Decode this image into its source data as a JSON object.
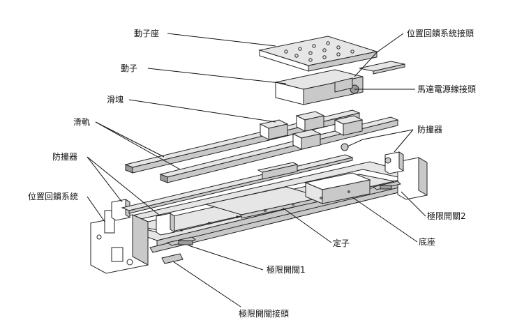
{
  "labels": {
    "mover_seat": "動子座",
    "mover": "動子",
    "slider": "滑塊",
    "rail": "滑軌",
    "bumper_left": "防撞器",
    "feedback_system": "位置回饋系統",
    "feedback_connector": "位置回饋系統接頭",
    "motor_power_connector": "馬達電源線接頭",
    "bumper_right": "防撞器",
    "limit_switch_2": "極限開關2",
    "base": "底座",
    "stator": "定子",
    "limit_switch_1": "極限開關1",
    "limit_switch_connector": "極限開關接頭"
  }
}
